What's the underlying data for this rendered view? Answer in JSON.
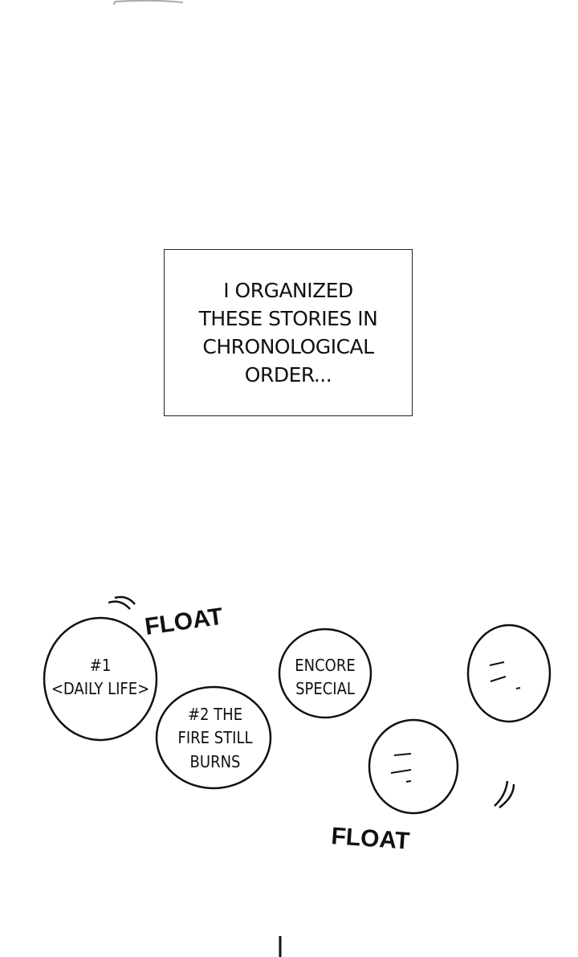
{
  "caption": {
    "lines": [
      "I ORGANIZED",
      "THESE STORIES IN",
      "CHRONOLOGICAL",
      "ORDER..."
    ]
  },
  "bubbles": [
    {
      "lines": [
        "#1",
        "<DAILY LIFE>"
      ]
    },
    {
      "lines": [
        "#2 THE",
        "FIRE STILL",
        "BURNS"
      ]
    },
    {
      "lines": [
        "ENCORE",
        "SPECIAL"
      ]
    }
  ],
  "sfx": [
    "FLOAT",
    "FLOAT"
  ]
}
